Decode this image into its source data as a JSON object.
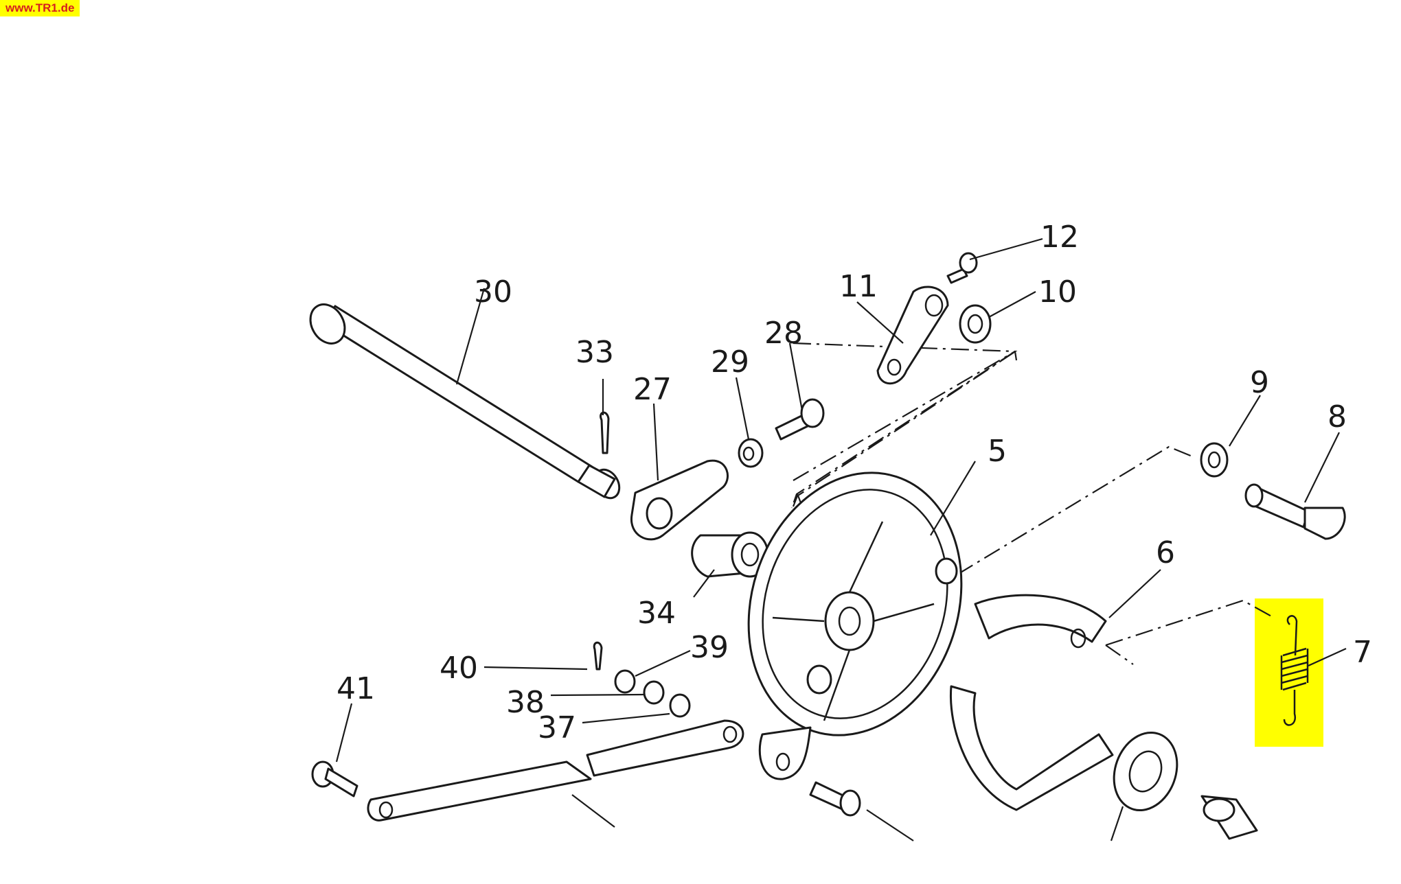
{
  "site": {
    "label": "www.TR1.de"
  },
  "highlight_color": "#ffff00",
  "callouts": [
    "30",
    "33",
    "27",
    "29",
    "28",
    "11",
    "12",
    "10",
    "9",
    "8",
    "5",
    "6",
    "7",
    "34",
    "40",
    "39",
    "38",
    "37",
    "41"
  ]
}
